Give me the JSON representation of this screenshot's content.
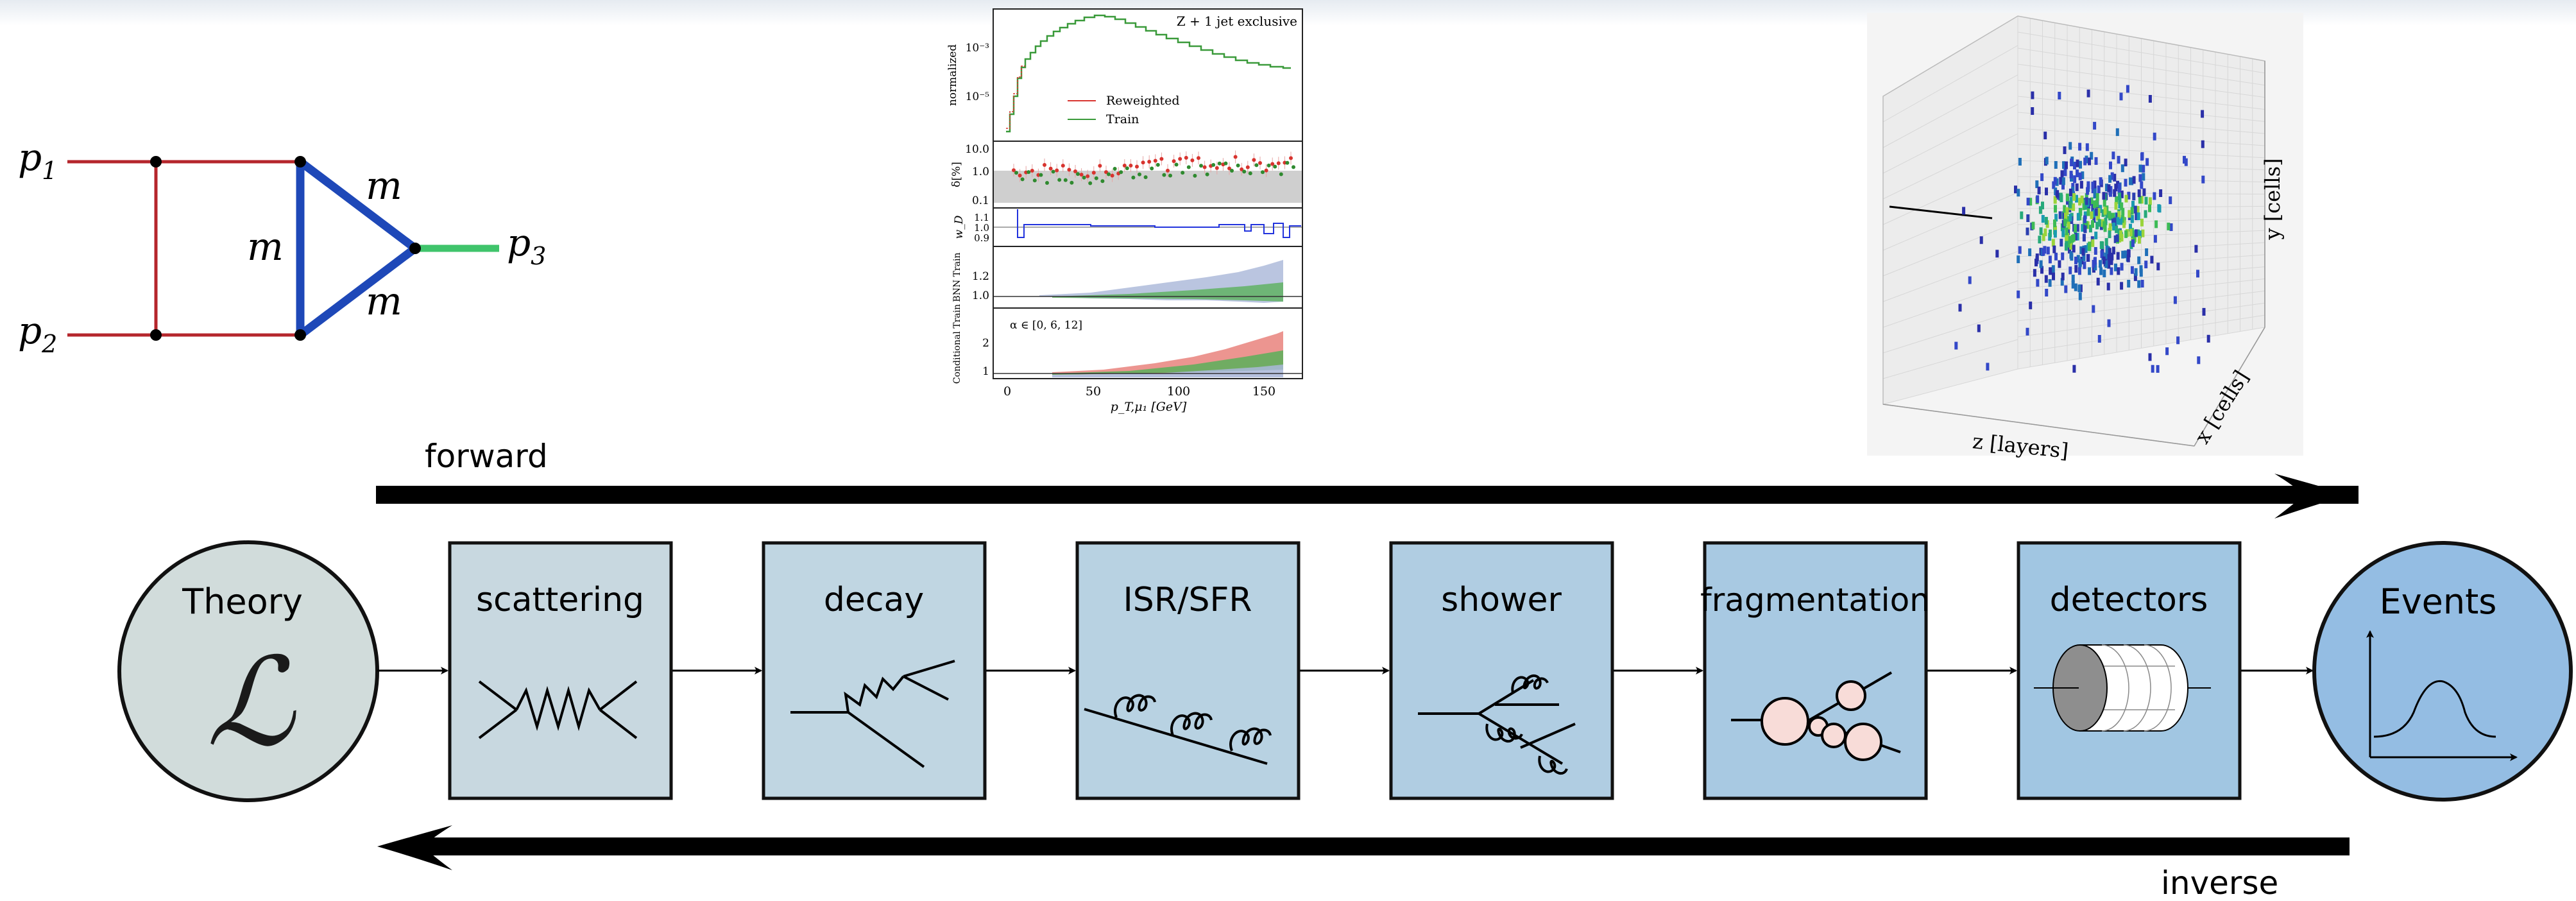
{
  "feynman": {
    "p1": "p",
    "p1_sub": "1",
    "p2": "p",
    "p2_sub": "2",
    "p3": "p",
    "p3_sub": "3",
    "mass_top": "m",
    "mass_left": "m",
    "mass_bottom": "m"
  },
  "plot_panel": {
    "title": "Z + 1 jet exclusive",
    "legend": [
      "Reweighted",
      "Train"
    ],
    "y_labels": [
      "normalized",
      "δ[%]",
      "w_D",
      "BNN Train",
      "Conditional Train"
    ],
    "top_ticks": [
      "10⁻³",
      "10⁻⁵"
    ],
    "delta_ticks": [
      "10.0",
      "1.0",
      "0.1"
    ],
    "w_ticks": [
      "1.1",
      "1.0",
      "0.9"
    ],
    "bnn_ticks": [
      "1.2",
      "1.0"
    ],
    "cond_ticks": [
      "2",
      "1"
    ],
    "cond_note": "α ∈ [0, 6, 12]",
    "x_ticks": [
      "0",
      "50",
      "100",
      "150"
    ],
    "x_label": "p_T,μ₁ [GeV]"
  },
  "detector_plot": {
    "y_label": "y [cells]",
    "x_label": "x [cells]",
    "z_label": "z [layers]"
  },
  "arrows": {
    "forward_label": "forward",
    "inverse_label": "inverse"
  },
  "chain": {
    "start": "Theory",
    "start_symbol": "ℒ",
    "steps": [
      "scattering",
      "decay",
      "ISR/SFR",
      "shower",
      "fragmentation",
      "detectors"
    ],
    "end": "Events"
  },
  "colors": {
    "theory_fill": "#d1dcdb",
    "scattering_fill": "#c8d8e0",
    "decay_fill": "#c0d6e2",
    "isr_fill": "#b8d2e2",
    "shower_fill": "#b0cde2",
    "fragmentation_fill": "#a8c9e2",
    "detectors_fill": "#a1c6e2",
    "events_fill": "#94bde3",
    "feynman_red": "#b5262c",
    "feynman_blue": "#1e48b8",
    "feynman_green": "#3fc46b"
  }
}
